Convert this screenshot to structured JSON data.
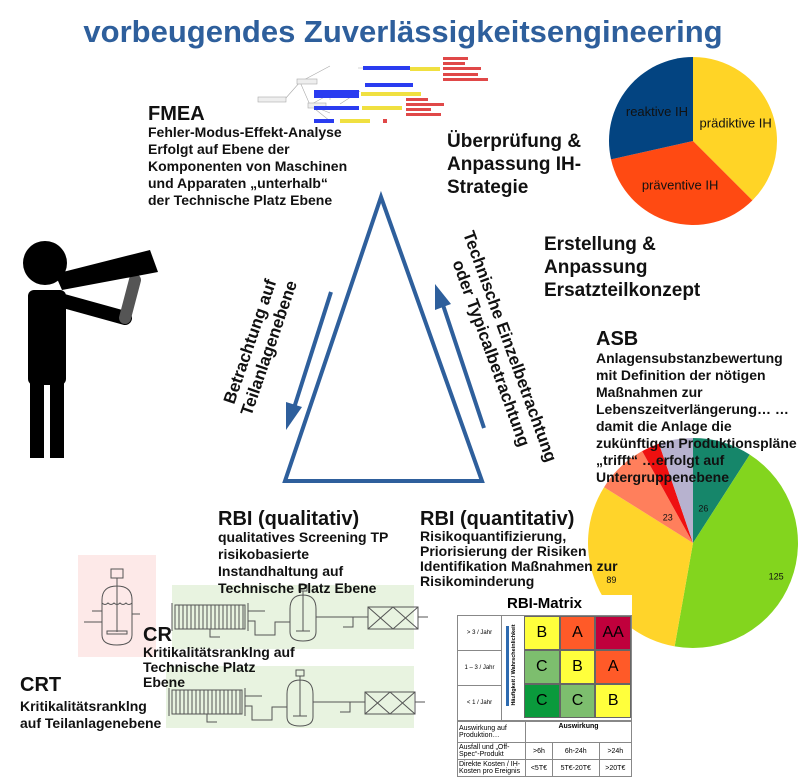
{
  "title": "vorbeugendes Zuverlässigkeitsengineering",
  "fmea": {
    "heading": "FMEA",
    "text": "Fehler-Modus-Effekt-Analyse Erfolgt auf Ebene der Komponenten von Maschinen und Apparaten „unterhalb“ der Technische Platz Ebene"
  },
  "strategy": {
    "text": "Überprüfung & Anpassung IH-Strategie"
  },
  "spare": {
    "text": "Erstellung & Anpassung Ersatzteilkonzept"
  },
  "asb": {
    "heading": "ASB",
    "text": "Anlagensubstanzbewertung mit Definition der nötigen Maßnahmen zur Lebenszeitverlängerung… …damit die Anlage die zukünftigen Produktionspläne „trifft“ …erfolgt auf Untergruppenebene"
  },
  "arrow_left": "Betrachtung auf Teilanlagenebene",
  "arrow_right": "Technische Einzelbetrachtung oder Typicalbetrachtung",
  "rbi_qual": {
    "heading": "RBI (qualitativ)",
    "text": "qualitatives Screening TP risikobasierte Instandhaltung auf Technische Platz Ebene"
  },
  "rbi_quant": {
    "heading": "RBI (quantitativ)",
    "text": "Risikoquantifizierung, Priorisierung der Risiken Identifikation Maßnahmen zur Risikominderung"
  },
  "cr": {
    "heading": "CR",
    "text": "Kritikalitätsrankl​ng auf Technische Platz Ebene"
  },
  "crt": {
    "heading": "CRT",
    "text": "Kritikalitätsrankl​ng auf Teilanlagenebene"
  },
  "matrix": {
    "title": "RBI-Matrix",
    "y_axis": "Häufigkeit / Wahrscheinlichkeit",
    "x_axis": "Auswirkung",
    "rows": [
      {
        "label": "> 3 / Jahr",
        "cells": [
          "B",
          "A",
          "AA"
        ]
      },
      {
        "label": "1 – 3 / Jahr",
        "cells": [
          "C",
          "B",
          "A"
        ]
      },
      {
        "label": "< 1 / Jahr",
        "cells": [
          "C",
          "C",
          "B"
        ]
      }
    ],
    "colors": {
      "AA": "#c0003c",
      "A": "#ff5a28",
      "B": "#ffff3c",
      "C": "#7dbe6e",
      "C2": "#0a9a3c"
    },
    "impact_label": "Auswirkung auf Produktion…",
    "footer": [
      {
        "label": "Ausfall und „Off-Spec“-Produkt",
        "values": [
          ">6h",
          "6h-24h",
          ">24h"
        ]
      },
      {
        "label": "Direkte Kosten / IH-Kosten pro Ereignis",
        "values": [
          "<5T€",
          "5T€-20T€",
          ">20T€"
        ]
      }
    ]
  },
  "chart_data": [
    {
      "type": "pie",
      "title": "",
      "labels": [
        "prädiktive IH",
        "präventive IH",
        "reaktive IH"
      ],
      "values": [
        37.5,
        34,
        28.5
      ],
      "colors": [
        "#ffd426",
        "#ff4a12",
        "#034481"
      ]
    },
    {
      "type": "pie",
      "title": "",
      "labels": [
        "26",
        "125",
        "89",
        "23",
        "",
        ""
      ],
      "values": [
        26,
        125,
        89,
        23,
        8,
        15
      ],
      "colors": [
        "#16866a",
        "#83d51e",
        "#ffd42a",
        "#ff7f5c",
        "#ef1010",
        "#b7b2cf"
      ]
    }
  ]
}
